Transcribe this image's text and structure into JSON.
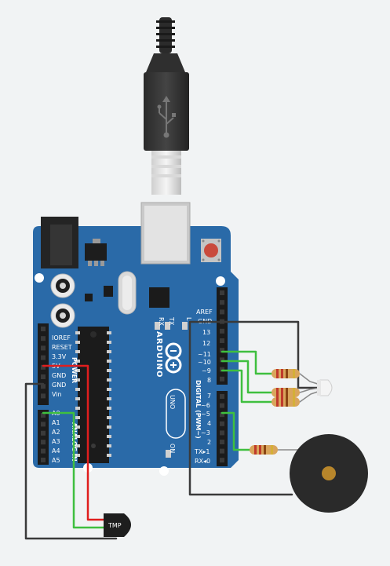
{
  "board": {
    "brand": "ARDUINO",
    "model": "UNO",
    "power_title": "POWER",
    "analog_title": "ANALOG IN",
    "digital_title": "DIGITAL (PWM~)",
    "on_label": "ON",
    "tx_label": "TX",
    "rx_label": "RX",
    "l_label": "L",
    "aref": "AREF",
    "gnd_top": "GND",
    "left_pins": [
      "IOREF",
      "RESET",
      "3.3V",
      "5V",
      "GND",
      "GND",
      "Vin"
    ],
    "analog_pins": [
      "A0",
      "A1",
      "A2",
      "A3",
      "A4",
      "A5"
    ],
    "digital_upper": [
      "13",
      "12",
      "~11",
      "~10",
      "~9",
      "8"
    ],
    "digital_lower": [
      "7",
      "~6",
      "~5",
      "4",
      "~3",
      "2",
      "TX▸1",
      "RX◂0"
    ]
  },
  "sensor": {
    "label": "TMP"
  },
  "colors": {
    "board": "#2a6aa8",
    "background": "#f1f3f4",
    "wire_black": "#3a3a3a",
    "wire_red": "#e01e1e",
    "wire_green": "#3fbf3f",
    "buzzer": "#2a2a2a",
    "buzzer_center": "#b8862b"
  },
  "icons": [
    "usb-icon",
    "arduino-infinity-icon"
  ]
}
